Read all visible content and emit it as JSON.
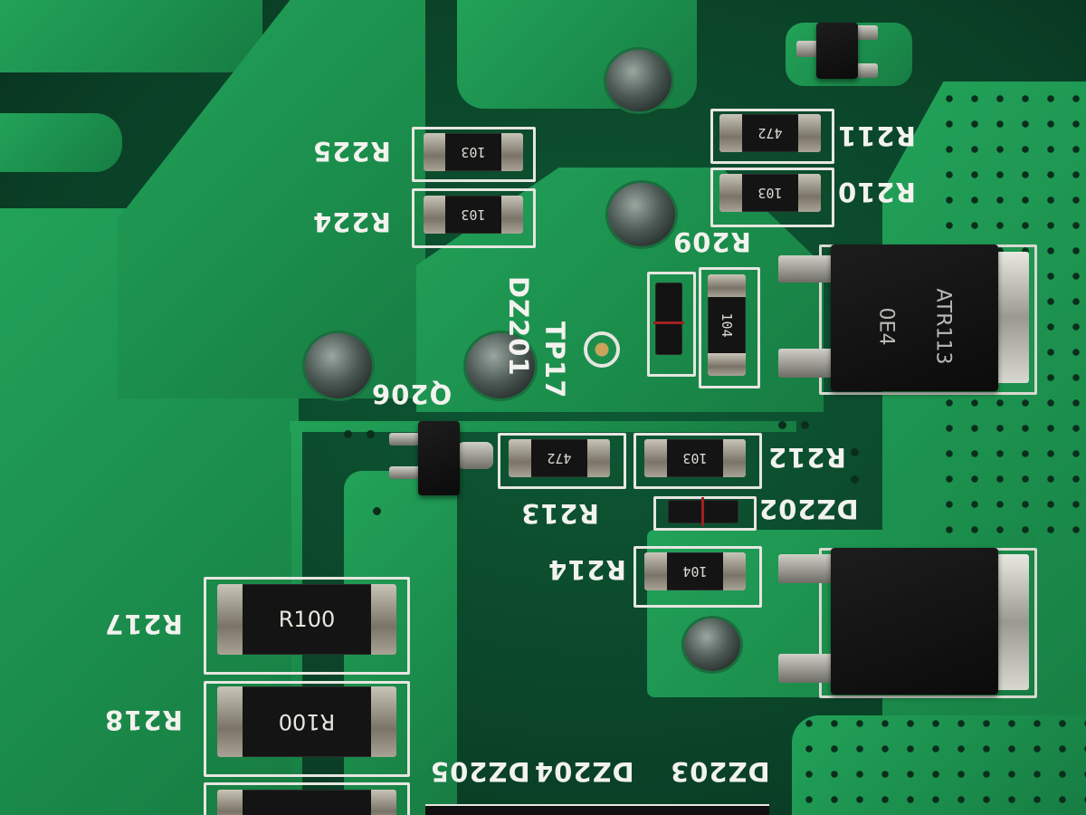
{
  "silkscreen": {
    "r225": "R225",
    "r224": "R224",
    "r211": "R211",
    "r210": "R210",
    "r209": "R209",
    "dz201": "DZ201",
    "tp17": "TP17",
    "q206": "Q206",
    "r213": "R213",
    "r212": "R212",
    "dz202": "DZ202",
    "r214": "R214",
    "r217": "R217",
    "r218": "R218",
    "dz203": "DZ203",
    "dz204": "DZ204",
    "dz205": "DZ205"
  },
  "components": {
    "r225_code": "103",
    "r224_code": "103",
    "r211_code": "472",
    "r210_code": "103",
    "r209_code": "104",
    "r213_code": "472",
    "r212_code": "103",
    "r214_code": "104",
    "r217_code": "R100",
    "r218_code": "R100",
    "ic_top_mark_1": "ATR113",
    "ic_top_mark_2": "0E4"
  },
  "colors": {
    "pcb_green": "#1b8e4c",
    "substrate": "#0a3f26",
    "silkscreen": "#f2f2ee"
  }
}
